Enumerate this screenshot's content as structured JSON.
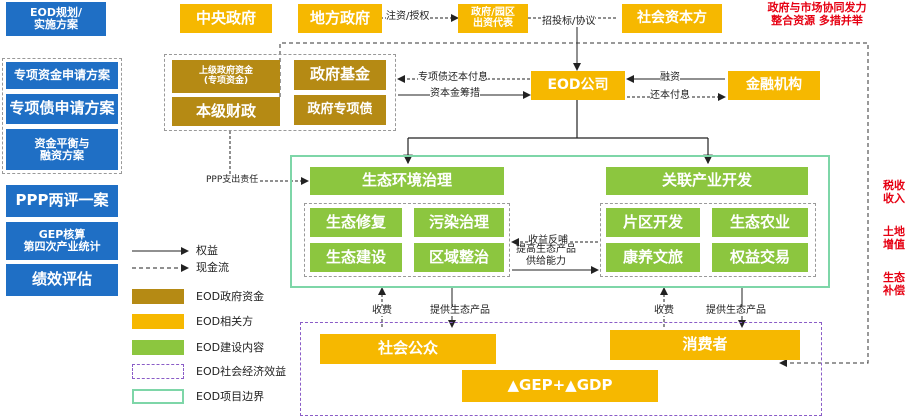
{
  "left_panel": {
    "eod_plan": "EOD规划/\n实施方案",
    "special_fund_plan": "专项资金申请方案",
    "special_bond_plan": "专项债申请方案",
    "fund_balance_plan": "资金平衡与\n融资方案",
    "ppp_plan": "PPP两评一案",
    "gep_plan": "GEP核算\n第四次产业统计",
    "performance": "绩效评估"
  },
  "top": {
    "central_gov": "中央政府",
    "local_gov": "地方政府",
    "gov_rep": "政府/园区\n出资代表",
    "social_capital": "社会资本方",
    "label_inject": "注资/授权",
    "label_bid": "招投标/协议",
    "red_slogan": "政府与市场协同发力\n整合资源 多措并举"
  },
  "finance": {
    "superior_fund": "上级政府资金\n(专项资金)",
    "gov_fund": "政府基金",
    "local_finance": "本级财政",
    "special_bond": "政府专项债",
    "label_repay": "专项债还本付息",
    "label_capital": "资本金筹措"
  },
  "eod_company": "EOD公司",
  "financial_inst": "金融机构",
  "labels_fin": {
    "financing": "融资",
    "repayment": "还本付息"
  },
  "ppp_liability": "PPP支出责任",
  "eco": {
    "title": "生态环境治理",
    "restore": "生态修复",
    "pollution": "污染治理",
    "build": "生态建设",
    "regional": "区域整治"
  },
  "industry": {
    "title": "关联产业开发",
    "zone": "片区开发",
    "agri": "生态农业",
    "health": "康养文旅",
    "equity": "权益交易"
  },
  "mid_labels": {
    "income_feedback": "收益反哺",
    "improve_supply": "提高生态产品\n供给能力"
  },
  "bottom": {
    "public": "社会公众",
    "consumer": "消费者",
    "gep_gdp": "▲GEP+▲GDP",
    "fee1": "收费",
    "supply1": "提供生态产品",
    "fee2": "收费",
    "supply2": "提供生态产品"
  },
  "right_labels": {
    "tax": "税收\n收入",
    "land": "土地\n增值",
    "eco_comp": "生态\n补偿"
  },
  "legend": {
    "equity": "权益",
    "cashflow": "现金流",
    "gov_fund": "EOD政府资金",
    "parties": "EOD相关方",
    "content": "EOD建设内容",
    "socio": "EOD社会经济效益",
    "boundary": "EOD项目边界"
  },
  "colors": {
    "blue": "#1f6fc5",
    "gold": "#f6b800",
    "brown": "#b58a14",
    "green": "#8cc63f",
    "red": "#e60012",
    "purple_dash": "#8a5cc7",
    "green_border": "#7ed6a8"
  }
}
